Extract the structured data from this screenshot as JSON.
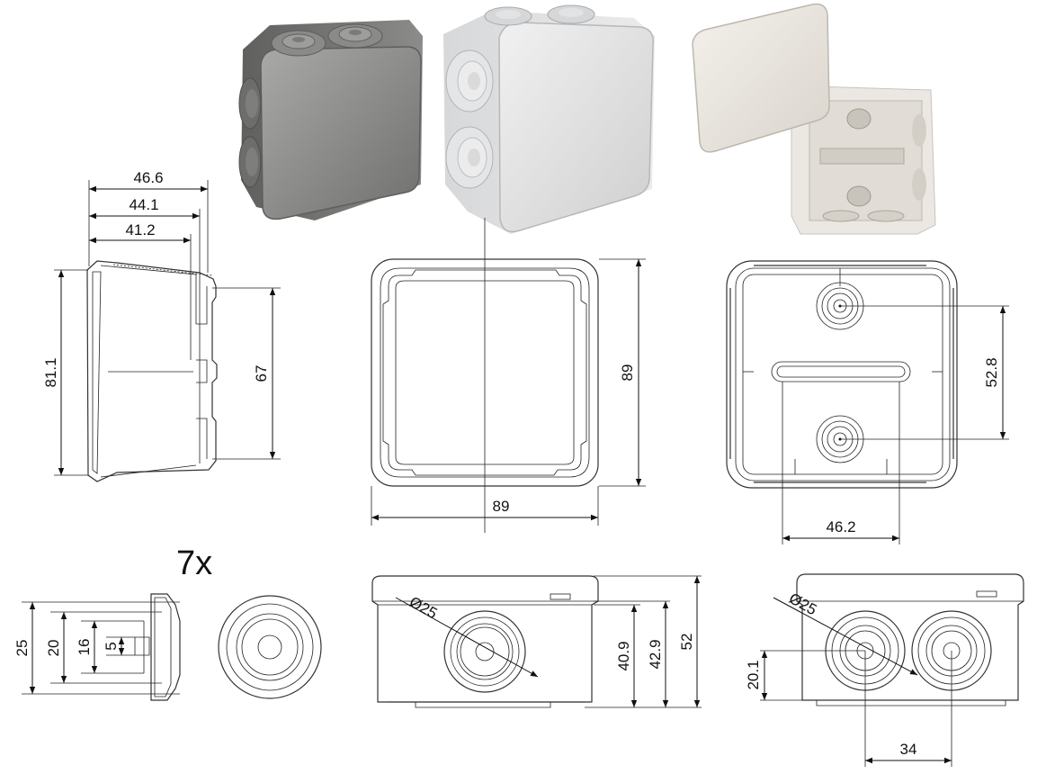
{
  "photos": [
    {
      "label": "box-closed-dark"
    },
    {
      "label": "box-closed-light"
    },
    {
      "label": "box-open-lid"
    }
  ],
  "dimensions": {
    "side_top_1": "46.6",
    "side_top_2": "44.1",
    "side_top_3": "41.2",
    "side_height_outer": "81.1",
    "side_height_inner": "67",
    "top_height": "89",
    "top_width": "89",
    "interior_spacing_v": "52.8",
    "interior_spacing_h": "46.2",
    "gland_count": "7x",
    "gland_d1": "25",
    "gland_d2": "20",
    "gland_d3": "16",
    "gland_d4": "5",
    "front_diameter": "Ø25",
    "front_h1": "40.9",
    "front_h2": "42.9",
    "front_h3": "52",
    "end_diameter": "Ø25",
    "end_center_h": "20.1",
    "end_spacing": "34"
  }
}
